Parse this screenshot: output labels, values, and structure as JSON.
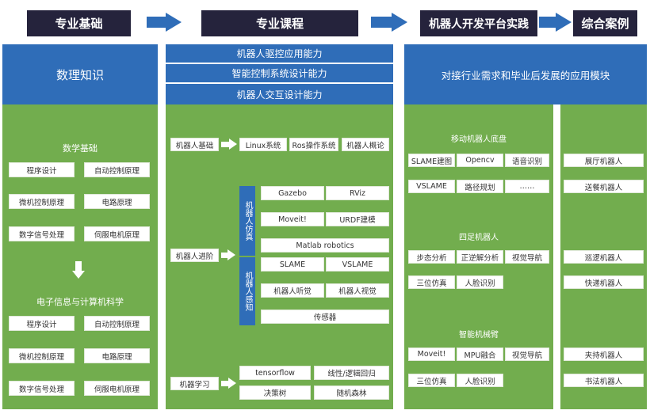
{
  "headers": {
    "h1": "专业基础",
    "h2": "专业课程",
    "h3": "机器人开发平台实践",
    "h4": "综合案例"
  },
  "col1": {
    "title": "数理知识",
    "section1_title": "数学基础",
    "section1_items": [
      "程序设计",
      "自动控制原理",
      "微机控制原理",
      "电路原理",
      "数字信号处理",
      "伺服电机原理"
    ],
    "section2_title": "电子信息与计算机科学",
    "section2_items": [
      "程序设计",
      "自动控制原理",
      "微机控制原理",
      "电路原理",
      "数字信号处理",
      "伺服电机原理"
    ]
  },
  "col2": {
    "bars": [
      "机器人驱控应用能力",
      "智能控制系统设计能力",
      "机器人交互设计能力"
    ],
    "basic": {
      "label": "机器人基础",
      "items": [
        "Linux系统",
        "Ros操作系统",
        "机器人概论"
      ]
    },
    "advanced": {
      "label": "机器人进阶",
      "sim_label": "机器人仿真",
      "sim_items": [
        "Gazebo",
        "RViz",
        "Moveit!",
        "URDF建模",
        "Matlab robotics"
      ],
      "percep_label": "机器人感知",
      "percep_items": [
        "SLAME",
        "VSLAME",
        "机器人听觉",
        "机器人视觉",
        "传感器"
      ]
    },
    "ml": {
      "label": "机器学习",
      "items": [
        "tensorflow",
        "线性/逻辑回归",
        "决策树",
        "随机森林"
      ]
    }
  },
  "col3": {
    "title": "对接行业需求和毕业后发展的应用模块",
    "sections": [
      {
        "title": "移动机器人底盘",
        "items": [
          "SLAME建图",
          "Opencv",
          "语音识别",
          "VSLAME",
          "路径规划",
          "……"
        ]
      },
      {
        "title": "四足机器人",
        "items": [
          "步态分析",
          "正逆解分析",
          "视觉导航",
          "三位仿真",
          "人脸识别"
        ]
      },
      {
        "title": "智能机械臂",
        "items": [
          "Moveit!",
          "MPU融合",
          "视觉导航",
          "三位仿真",
          "人脸识别"
        ]
      }
    ]
  },
  "col4": {
    "items": [
      "展厅机器人",
      "送餐机器人",
      "巡逻机器人",
      "快递机器人",
      "夹持机器人",
      "书法机器人"
    ]
  },
  "colors": {
    "header_dark": "#25233c",
    "blue": "#2f6db8",
    "green": "#72ad4e",
    "arrow_blue": "#2f6db8"
  }
}
